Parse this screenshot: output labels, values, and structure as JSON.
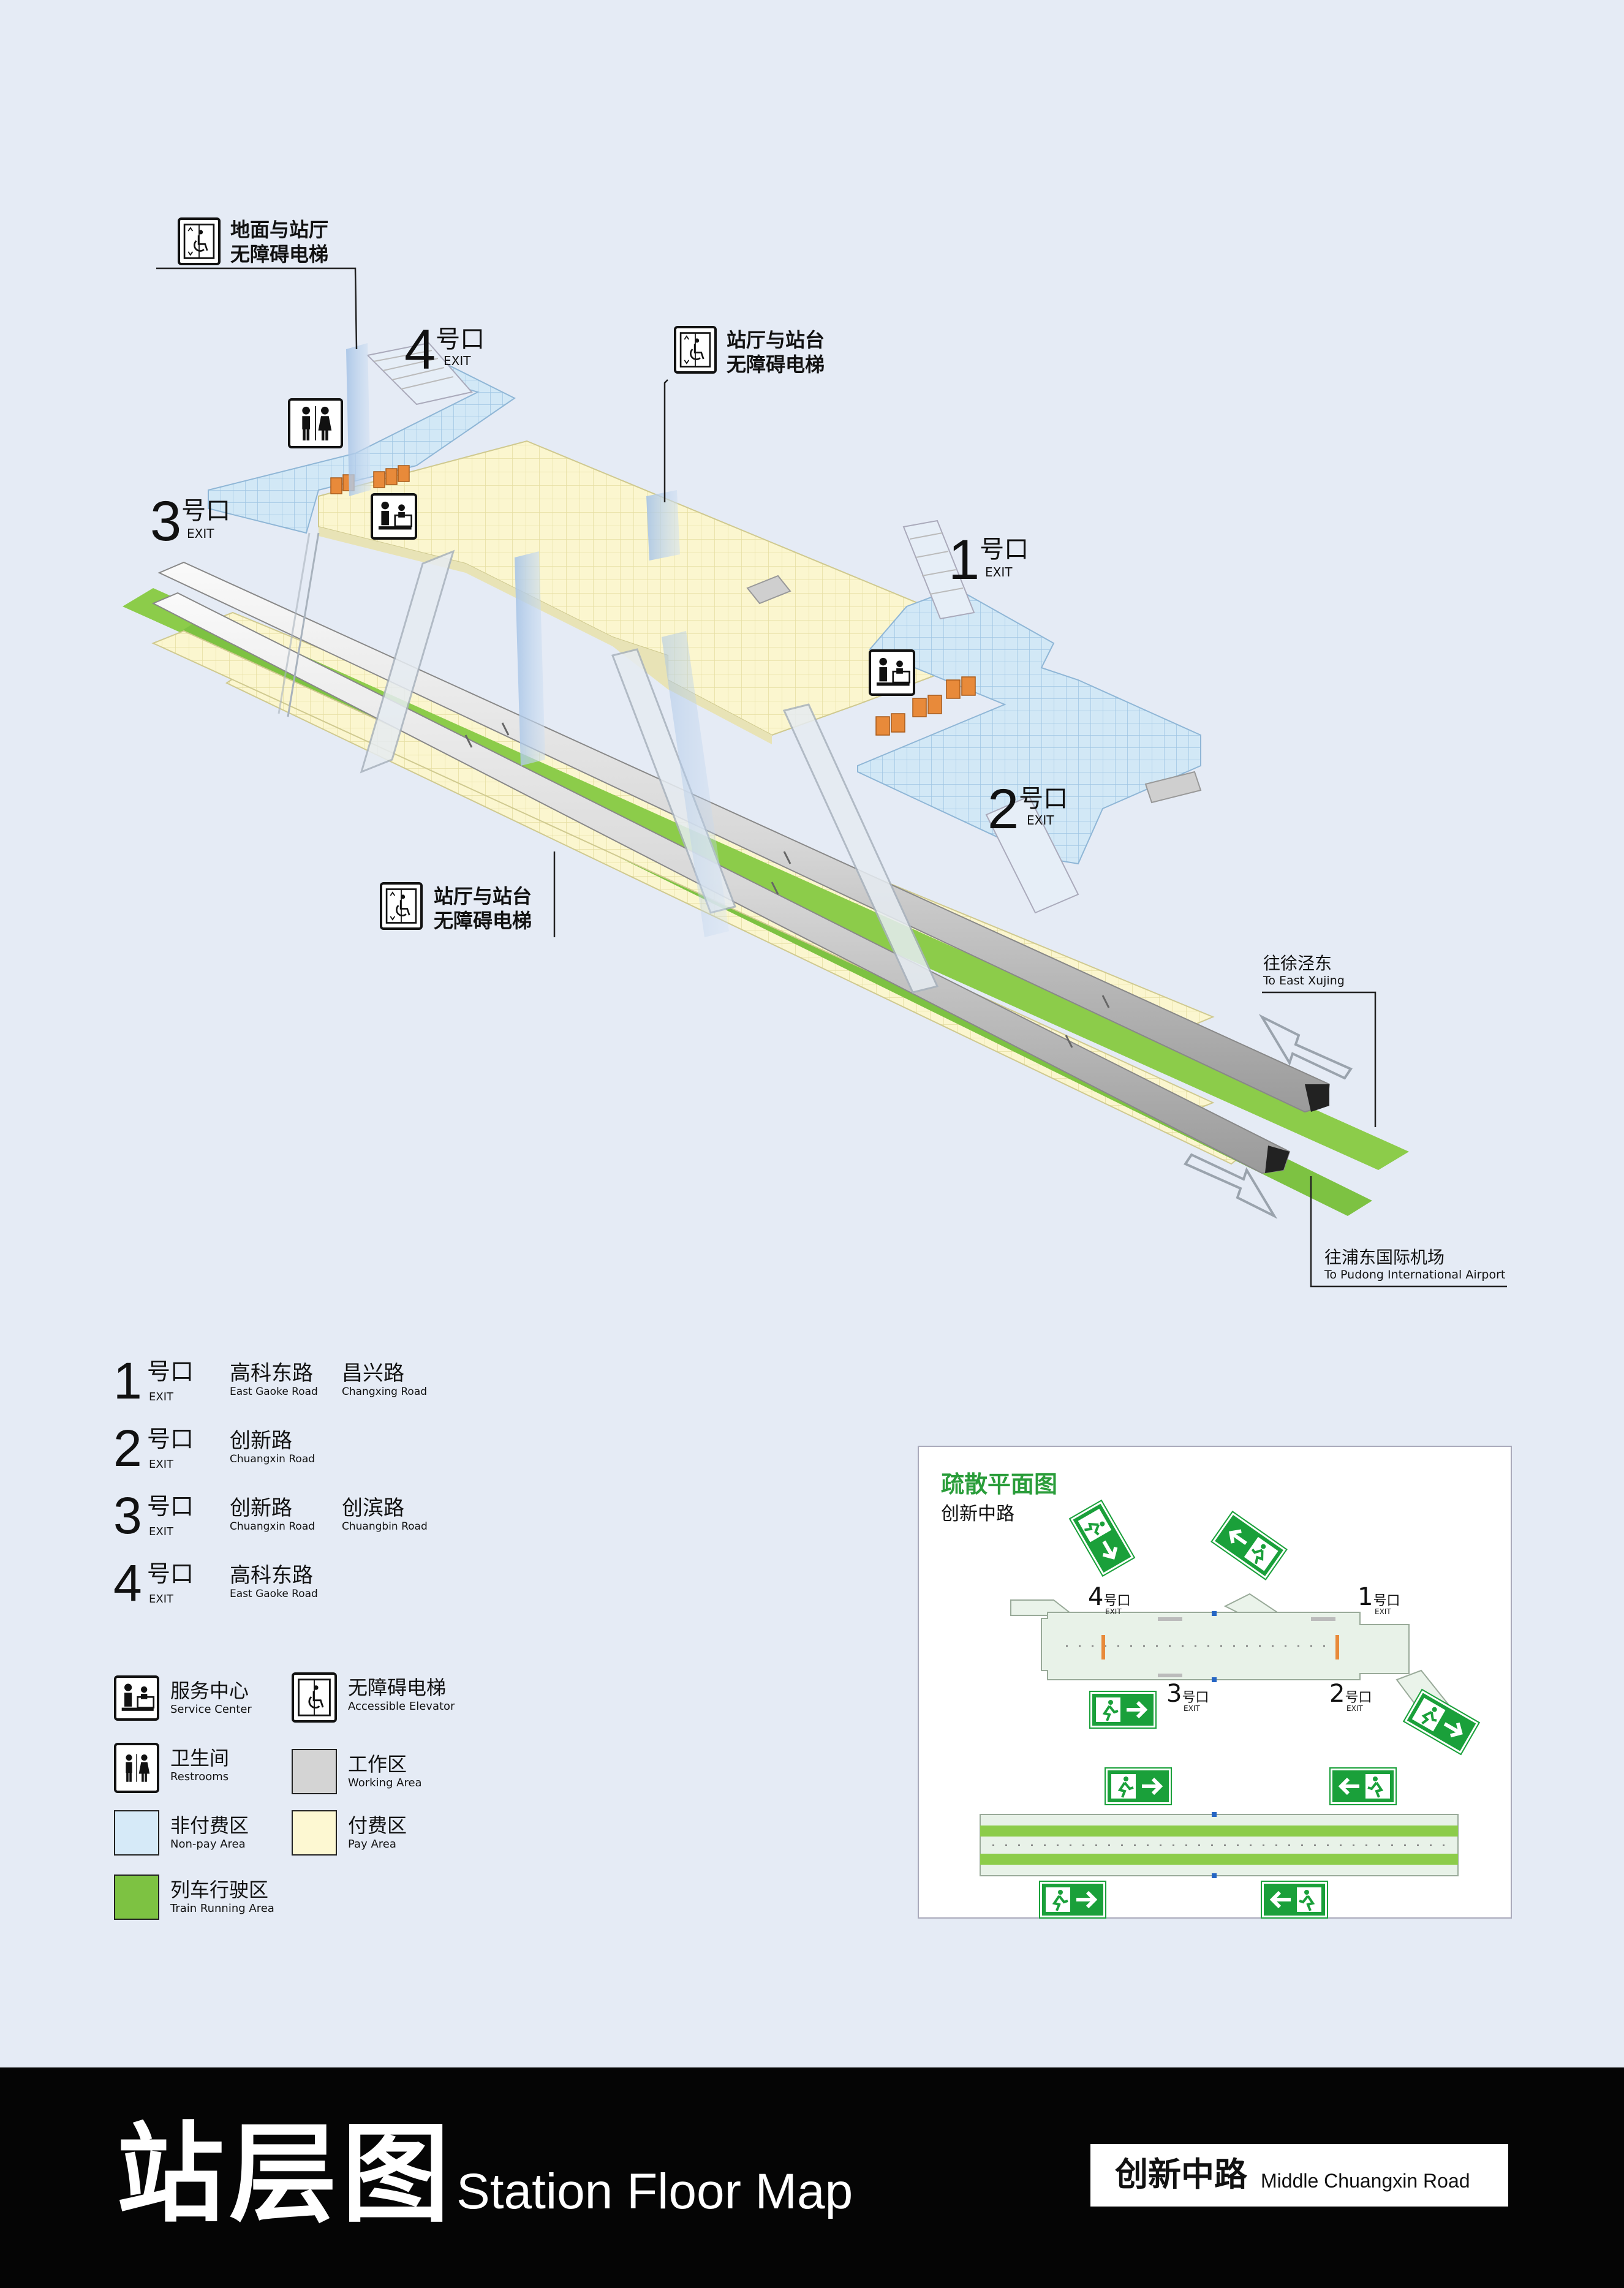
{
  "callouts": {
    "elevator_ground": {
      "line1": "地面与站厅",
      "line2": "无障碍电梯"
    },
    "elevator_hall_top": {
      "line1": "站厅与站台",
      "line2": "无障碍电梯"
    },
    "elevator_hall_bottom": {
      "line1": "站厅与站台",
      "line2": "无障碍电梯"
    }
  },
  "scene_exits": [
    {
      "num": "4",
      "label": "号口",
      "en": "EXIT"
    },
    {
      "num": "3",
      "label": "号口",
      "en": "EXIT"
    },
    {
      "num": "1",
      "label": "号口",
      "en": "EXIT"
    },
    {
      "num": "2",
      "label": "号口",
      "en": "EXIT"
    }
  ],
  "directions": {
    "east": {
      "cn": "往徐泾东",
      "en": "To East Xujing"
    },
    "west": {
      "cn": "往浦东国际机场",
      "en": "To Pudong International Airport"
    }
  },
  "exit_list": [
    {
      "num": "1",
      "label": "号口",
      "en": "EXIT",
      "roads": [
        {
          "cn": "高科东路",
          "en": "East Gaoke Road"
        },
        {
          "cn": "昌兴路",
          "en": "Changxing Road"
        }
      ]
    },
    {
      "num": "2",
      "label": "号口",
      "en": "EXIT",
      "roads": [
        {
          "cn": "创新路",
          "en": "Chuangxin Road"
        }
      ]
    },
    {
      "num": "3",
      "label": "号口",
      "en": "EXIT",
      "roads": [
        {
          "cn": "创新路",
          "en": "Chuangxin Road"
        },
        {
          "cn": "创滨路",
          "en": "Chuangbin Road"
        }
      ]
    },
    {
      "num": "4",
      "label": "号口",
      "en": "EXIT",
      "roads": [
        {
          "cn": "高科东路",
          "en": "East Gaoke Road"
        }
      ]
    }
  ],
  "legend": [
    {
      "cn": "服务中心",
      "en": "Service Center",
      "icon": "service-center-icon"
    },
    {
      "cn": "无障碍电梯",
      "en": "Accessible Elevator",
      "icon": "accessible-elevator-icon"
    },
    {
      "cn": "卫生间",
      "en": "Restrooms",
      "icon": "restroom-icon"
    },
    {
      "cn": "工作区",
      "en": "Working Area",
      "color": "#d4d4d4"
    },
    {
      "cn": "非付费区",
      "en": "Non-pay Area",
      "color": "#d6eaf8"
    },
    {
      "cn": "付费区",
      "en": "Pay Area",
      "color": "#fdf8d2"
    },
    {
      "cn": "列车行驶区",
      "en": "Train Running Area",
      "color": "#7dc242"
    }
  ],
  "evacuation": {
    "title": "疏散平面图",
    "subtitle": "创新中路",
    "exits": [
      {
        "num": "4",
        "label": "号口",
        "en": "EXIT"
      },
      {
        "num": "1",
        "label": "号口",
        "en": "EXIT"
      },
      {
        "num": "3",
        "label": "号口",
        "en": "EXIT"
      },
      {
        "num": "2",
        "label": "号口",
        "en": "EXIT"
      }
    ]
  },
  "footer": {
    "title_cn": "站层图",
    "title_en": "Station Floor Map",
    "station_cn": "创新中路",
    "station_en": "Middle Chuangxin Road"
  },
  "colors": {
    "pay_area": "#fdf8d2",
    "non_pay_area": "#d6eaf8",
    "train_area": "#7dc242",
    "evac_green": "#1aa03a",
    "background": "#e5ebf5"
  }
}
